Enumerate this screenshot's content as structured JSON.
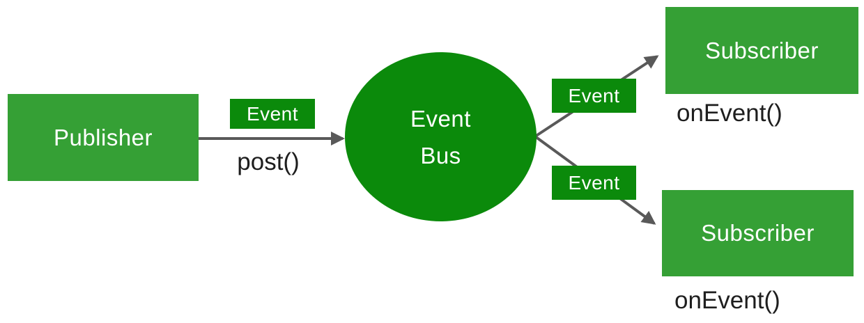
{
  "diagram_title": "event-bus-publish-subscribe",
  "publisher": {
    "label": "Publisher",
    "method": "post()"
  },
  "event_bus": {
    "line1": "Event",
    "line2": "Bus"
  },
  "event_labels": [
    "Event",
    "Event",
    "Event"
  ],
  "subscribers": [
    {
      "label": "Subscriber",
      "method": "onEvent()"
    },
    {
      "label": "Subscriber",
      "method": "onEvent()"
    }
  ],
  "colors": {
    "box_green": "#35A035",
    "dark_green": "#0B8A0B",
    "arrow_gray": "#595959",
    "text_white": "#FFFFFF",
    "text_black": "#1E1E1E",
    "canvas_bg": "#FFFFFF"
  }
}
